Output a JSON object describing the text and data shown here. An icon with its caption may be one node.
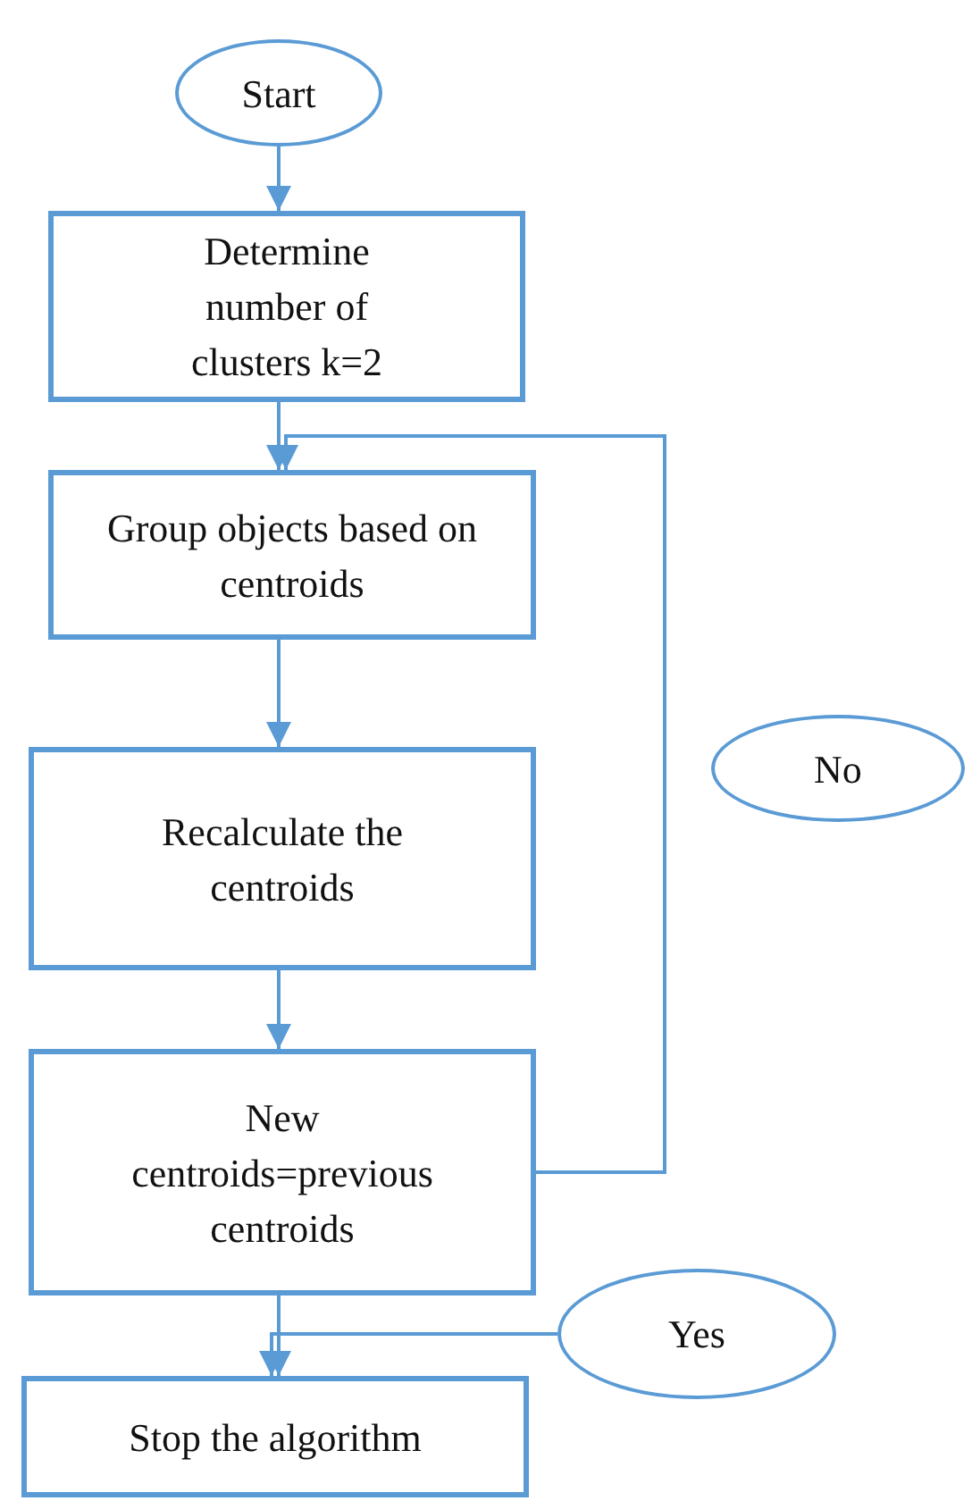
{
  "diagram": {
    "nodes": [
      {
        "text": [
          "Start"
        ]
      },
      {
        "text": [
          "Determine number of clusters k=2"
        ]
      },
      {
        "text": [
          "Group objects based on centroids"
        ]
      },
      {
        "text": [
          "Recalculate the centroids"
        ]
      },
      {
        "text": [
          "New centroids=previous centroids"
        ]
      },
      {
        "text": [
          "No"
        ]
      },
      {
        "text": [
          "Yes"
        ]
      },
      {
        "text": [
          "Stop the algorithm"
        ]
      }
    ],
    "edges": [
      {
        "from": 0,
        "to": 1,
        "arrow": "to"
      },
      {
        "from": 1,
        "to": 2,
        "arrow": "to"
      },
      {
        "from": 2,
        "to": 3,
        "arrow": "to"
      },
      {
        "from": 3,
        "to": 4,
        "arrow": "to"
      },
      {
        "from": 4,
        "to": 2,
        "arrow": "to"
      },
      {
        "from": 4,
        "to": 7,
        "arrow": "to"
      },
      {
        "from": 6,
        "to": 7,
        "arrow": "to"
      }
    ]
  }
}
